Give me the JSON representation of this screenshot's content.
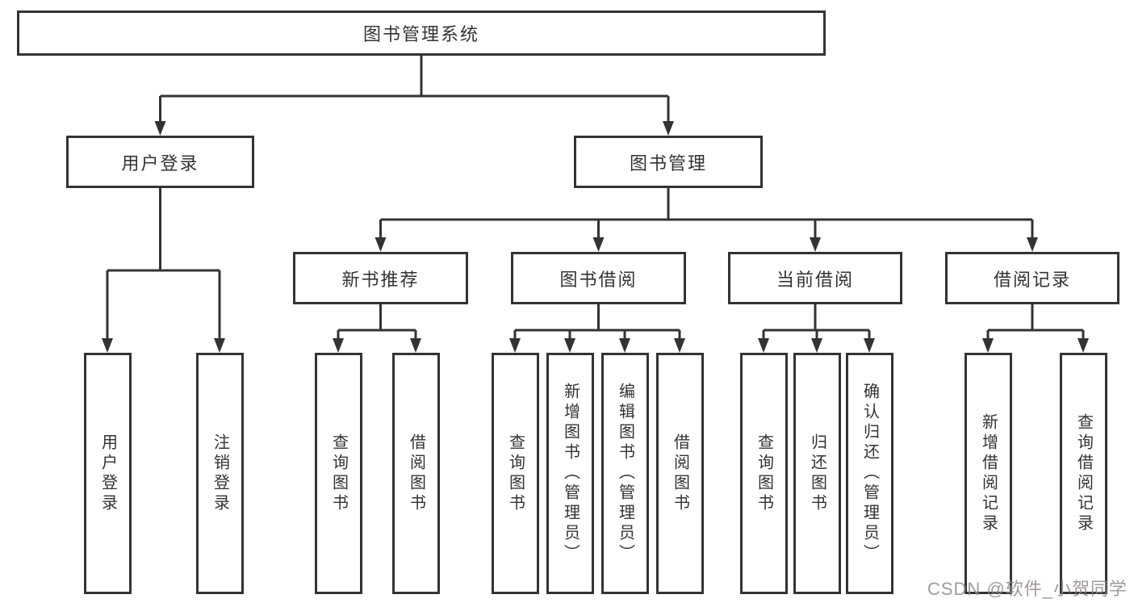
{
  "tree": {
    "root": {
      "label": "图书管理系统"
    },
    "level2": [
      {
        "label": "用户登录",
        "children": [
          {
            "label": "用户登录"
          },
          {
            "label": "注销登录"
          }
        ]
      },
      {
        "label": "图书管理",
        "children": [
          {
            "label": "新书推荐",
            "children": [
              {
                "label": "查询图书"
              },
              {
                "label": "借阅图书"
              }
            ]
          },
          {
            "label": "图书借阅",
            "children": [
              {
                "label": "查询图书"
              },
              {
                "label": "新增图书（管理员）"
              },
              {
                "label": "编辑图书（管理员）"
              },
              {
                "label": "借阅图书"
              }
            ]
          },
          {
            "label": "当前借阅",
            "children": [
              {
                "label": "查询图书"
              },
              {
                "label": "归还图书"
              },
              {
                "label": "确认归还（管理员）"
              }
            ]
          },
          {
            "label": "借阅记录",
            "children": [
              {
                "label": "新增借阅记录"
              },
              {
                "label": "查询借阅记录"
              }
            ]
          }
        ]
      }
    ]
  },
  "watermark": {
    "text": "CSDN @软件_小贺同学",
    "color": "#918888"
  },
  "colors": {
    "line": "#333333",
    "box_border": "#333333",
    "text": "#333333",
    "background": "#ffffff"
  }
}
